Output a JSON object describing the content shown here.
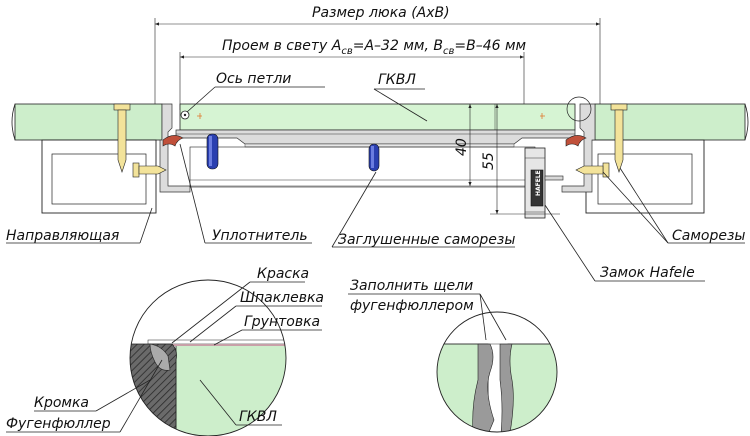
{
  "labels": {
    "hatch_size": "Размер люка (АхВ)",
    "clear_opening_prefix": "Проем в свету А",
    "clear_opening_sub1": "св",
    "clear_opening_mid": "=А–32 мм, В",
    "clear_opening_sub2": "св",
    "clear_opening_suffix": "=В–46 мм",
    "hinge_axis": "Ось петли",
    "gkvl_top": "ГКВЛ",
    "dim_40": "40",
    "dim_55": "55",
    "guide": "Направляющая",
    "seal": "Уплотнитель",
    "hidden_screws": "Заглушенные саморезы",
    "screws": "Саморезы",
    "lock": "Замок Hafele",
    "paint": "Краска",
    "putty": "Шпаклевка",
    "primer": "Грунтовка",
    "edge": "Кромка",
    "fugenfuller": "Фугенфюллер",
    "gkvl_bottom": "ГКВЛ",
    "fill_gaps_1": "Заполнить щели",
    "fill_gaps_2": "фугенфюллером",
    "lock_brand": "HAFELE"
  },
  "colors": {
    "board": "#cdeecb",
    "metal": "#dcdcdc",
    "screw_gold": "#f3e39a",
    "seal_red": "#c0503a",
    "hidden_screw_blue": "#2a3fb0",
    "edge_dark": "#555555",
    "primer_pink": "#c8a0a8"
  }
}
